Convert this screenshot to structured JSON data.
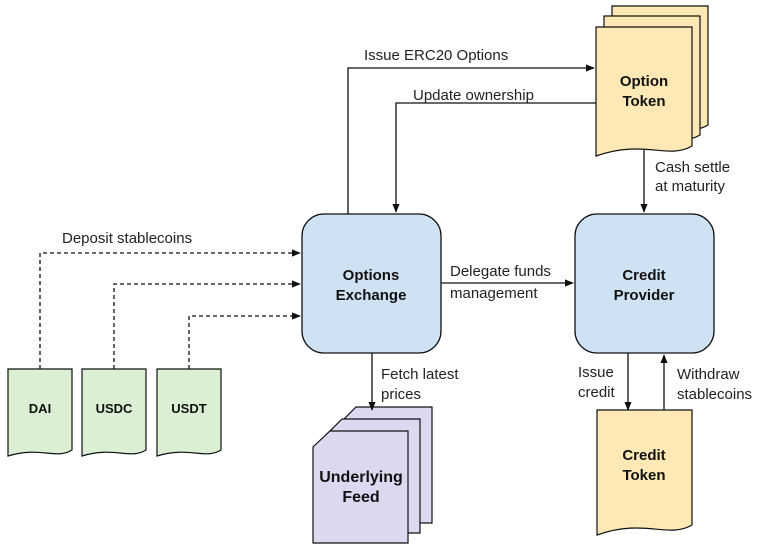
{
  "nodes": {
    "options_exchange": {
      "line1": "Options",
      "line2": "Exchange"
    },
    "credit_provider": {
      "line1": "Credit",
      "line2": "Provider"
    },
    "option_token": {
      "line1": "Option",
      "line2": "Token"
    },
    "credit_token": {
      "line1": "Credit",
      "line2": "Token"
    },
    "underlying_feed": {
      "line1": "Underlying",
      "line2": "Feed"
    },
    "dai": {
      "label": "DAI"
    },
    "usdc": {
      "label": "USDC"
    },
    "usdt": {
      "label": "USDT"
    }
  },
  "edges": {
    "issue_erc20": "Issue ERC20 Options",
    "update_ownership": "Update ownership",
    "cash_settle_1": "Cash settle",
    "cash_settle_2": "at maturity",
    "deposit": "Deposit stablecoins",
    "delegate_1": "Delegate funds",
    "delegate_2": "management",
    "fetch_1": "Fetch latest",
    "fetch_2": "prices",
    "issue_credit_1": "Issue",
    "issue_credit_2": "credit",
    "withdraw_1": "Withdraw",
    "withdraw_2": "stablecoins"
  },
  "colors": {
    "process_fill": "#cfe2f3",
    "process_stroke": "#111111",
    "token_fill": "#fde8b6",
    "stablecoin_fill": "#dbefd4",
    "feed_fill": "#ddd8f0"
  }
}
